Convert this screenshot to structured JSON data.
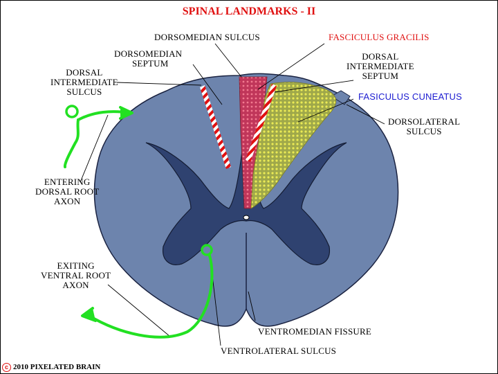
{
  "title": "SPINAL LANDMARKS - II",
  "labels": {
    "dorsomedian_sulcus": "DORSOMEDIAN SULCUS",
    "fasciculus_gracilis": "FASCICULUS GRACILIS",
    "dorsomedian_septum": [
      "DORSOMEDIAN",
      "SEPTUM"
    ],
    "dorsal_intermediate_septum": [
      "DORSAL",
      "INTERMEDIATE",
      "SEPTUM"
    ],
    "dorsal_intermediate_sulcus": [
      "DORSAL",
      "INTERMEDIATE",
      "SULCUS"
    ],
    "fasiculus_cuneatus": "FASICULUS CUNEATUS",
    "dorsolateral_sulcus": [
      "DORSOLATERAL",
      "SULCUS"
    ],
    "entering_dorsal_root_axon": [
      "ENTERING",
      "DORSAL ROOT",
      "AXON"
    ],
    "exiting_ventral_root_axon": [
      "EXITING",
      "VENTRAL ROOT",
      "AXON"
    ],
    "ventromedian_fissure": "VENTROMEDIAN FISSURE",
    "ventrolateral_sulcus": "VENTROLATERAL SULCUS"
  },
  "copyright": {
    "symbol": "c",
    "text": "2010  PIXELATED BRAIN"
  },
  "colors": {
    "title": "#e01010",
    "white_matter": "#6d84ad",
    "gray_matter": "#2f4270",
    "gracilis": "#c0365a",
    "cuneatus": "#c9c845",
    "axon_arrow": "#22e022",
    "septum_stripe_red": "#e01010",
    "cuneatus_label": "#1a1ad0"
  }
}
